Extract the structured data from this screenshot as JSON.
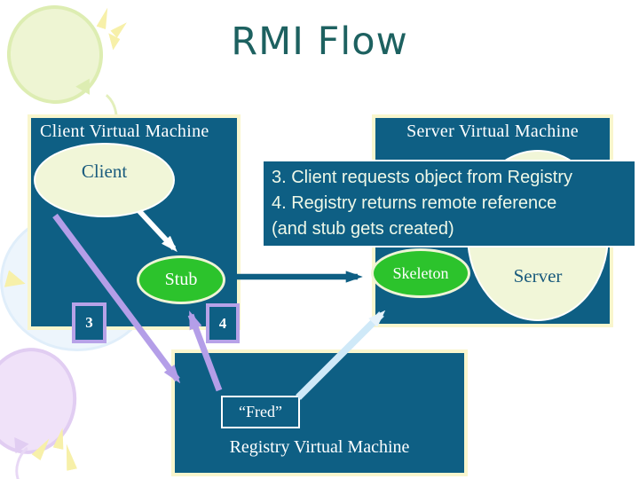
{
  "slide": {
    "title": "RMI Flow"
  },
  "colors": {
    "box_teal": "#0e5f84",
    "border_cream": "#f9f6cd",
    "oval_cream_fill": "#f1f6d8",
    "oval_green_fill": "#2cc32c",
    "arrow_purple": "#b49ee8",
    "arrow_white": "#ffffff",
    "arrow_teal": "#0e5f84",
    "arrow_light_blue": "#cfe9f8",
    "title_color": "#1d6160",
    "oval_text_color": "#1a5b7d",
    "step_border_purple": "#b7a2e8"
  },
  "client_vm": {
    "label": "Client Virtual Machine",
    "client_oval_label": "Client",
    "stub_oval_label": "Stub"
  },
  "server_vm": {
    "label": "Server Virtual Machine",
    "skeleton_oval_label": "Skeleton",
    "server_oval_label": "Server"
  },
  "registry_vm": {
    "label": "Registry Virtual Machine",
    "fred_label": "“Fred”"
  },
  "callout": {
    "lines": [
      "3. Client requests object from Registry",
      "4. Registry returns remote reference",
      "(and stub gets created)"
    ]
  },
  "step_markers": {
    "step3": "3",
    "step4": "4"
  }
}
